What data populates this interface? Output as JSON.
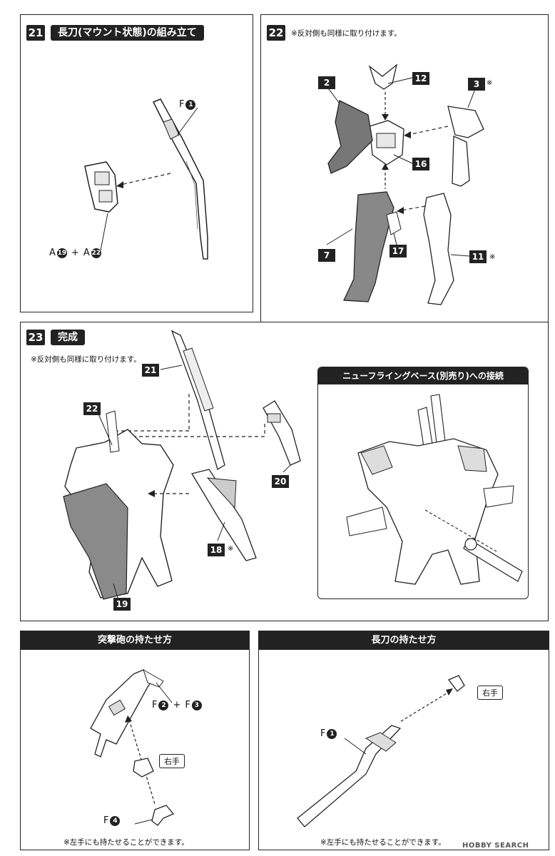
{
  "step21": {
    "num": "21",
    "title": "長刀(マウント状態)の組み立て",
    "label_f": "F",
    "circ_f": "1",
    "label_a1": "A",
    "circ_a1": "19",
    "plus": "+",
    "label_a2": "A",
    "circ_a2": "22"
  },
  "step22": {
    "num": "22",
    "note": "※反対側も同様に取り付けます。",
    "tags": [
      "2",
      "12",
      "3",
      "16",
      "7",
      "17",
      "11"
    ],
    "mark": "※"
  },
  "step23": {
    "num": "23",
    "title": "完成",
    "note": "※反対側も同様に取り付けます。",
    "tags": [
      "21",
      "22",
      "20",
      "18",
      "19"
    ],
    "mark": "※",
    "inset_title": "ニューフライングベース(別売り)への接続"
  },
  "gun": {
    "title": "突撃砲の持たせ方",
    "label_f1": "F",
    "circ_f1": "2",
    "plus": "+",
    "label_f2": "F",
    "circ_f2": "3",
    "hand": "右手",
    "label_f3": "F",
    "circ_f3": "4",
    "note": "※左手にも持たせることができます。"
  },
  "sword": {
    "title": "長刀の持たせ方",
    "label_f": "F",
    "circ_f": "1",
    "hand": "右手",
    "note": "※左手にも持たせることができます。"
  },
  "watermark": "HOBBY SEARCH"
}
